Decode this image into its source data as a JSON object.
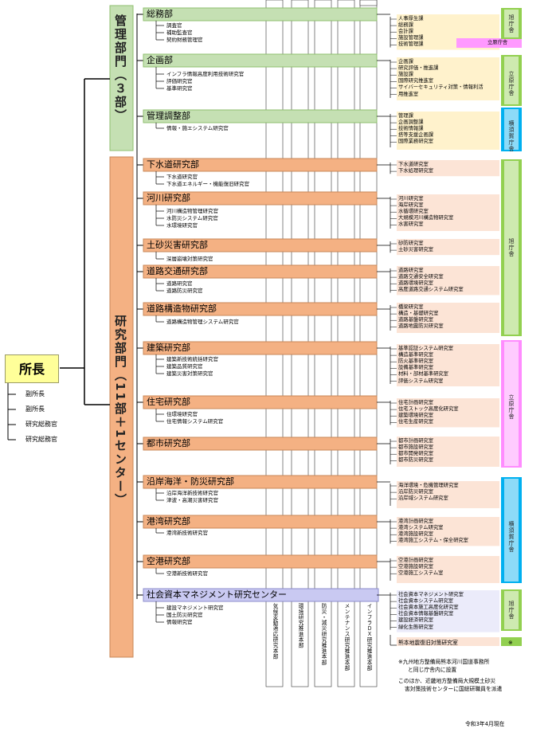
{
  "director": "所長",
  "deputies": [
    "副所長",
    "副所長",
    "研究総務官",
    "研究総務官"
  ],
  "mgmt_division": "管理部門（３部）",
  "research_division": "研究部門（11部＋1センター）",
  "departments": [
    {
      "id": "soumu",
      "name": "総務部",
      "group": "mgmt",
      "subs": [
        "調査官",
        "補助監查官",
        "契約財務管理官"
      ],
      "units": [
        "人事厚生課",
        "総務課",
        "会計課",
        "施設管理課",
        "技術管理課"
      ],
      "badge": "立原庁舎"
    },
    {
      "id": "kikaku",
      "name": "企画部",
      "group": "mgmt",
      "subs": [
        "インフラ情報高度利用技術研究官",
        "評価研究官",
        "基準研究官"
      ],
      "units": [
        "企画課",
        "研究評価・推進課",
        "施設課",
        "国際研究推進室",
        "サイバーセキュリティ対策・情報利活",
        "用推進室"
      ]
    },
    {
      "id": "kanri",
      "name": "管理調整部",
      "group": "mgmt",
      "subs": [
        "情報・施エシステム研究官"
      ],
      "units": [
        "管理課",
        "企画調整課",
        "技術情報課",
        "搭等支援企画課",
        "国際業務研究室"
      ]
    },
    {
      "id": "gesui",
      "name": "下水道研究部",
      "group": "res",
      "subs": [
        "下水道研究官",
        "下水道エネルギー・機能復旧研究官"
      ],
      "units": [
        "下水道研究室",
        "下水処理研究室"
      ]
    },
    {
      "id": "kasen",
      "name": "河川研究部",
      "group": "res",
      "subs": [
        "河川構造物管理研究官",
        "水防災システム研究官",
        "水環境研究官"
      ],
      "units": [
        "河川研究室",
        "海岸研究室",
        "水循環研究室",
        "大規模河川構造物研究室",
        "水害研究室"
      ]
    },
    {
      "id": "dosha",
      "name": "土砂災害研究部",
      "group": "res",
      "subs": [
        "深層崩壊対策研究官"
      ],
      "units": [
        "砂防研究室",
        "土砂災害研究室"
      ]
    },
    {
      "id": "dorokotsu",
      "name": "道路交通研究部",
      "group": "res",
      "subs": [
        "道路研究官",
        "道路防災研究官"
      ],
      "units": [
        "道路研究室",
        "道路交通安全研究室",
        "道路環境研究室",
        "高度道路交通システム研究室"
      ]
    },
    {
      "id": "dorokozo",
      "name": "道路構造物研究部",
      "group": "res",
      "subs": [
        "道路構造物管理システム研究官"
      ],
      "units": [
        "橋梁研究室",
        "構造・基礎研究室",
        "道路基盤研究室",
        "道路地震防災研究室"
      ]
    },
    {
      "id": "kenchiku",
      "name": "建築研究部",
      "group": "res",
      "subs": [
        "建築新技術統括研究官",
        "建築品質研究官",
        "建築災害対策研究官"
      ],
      "units": [
        "基準認証システム研究室",
        "構造基準研究室",
        "防火基準研究室",
        "設備基準研究室",
        "材料・部材基準研究室",
        "評価システム研究室"
      ]
    },
    {
      "id": "jutaku",
      "name": "住宅研究部",
      "group": "res",
      "subs": [
        "住環境研究官",
        "住宅情報システム研究官"
      ],
      "units": [
        "住宅計画研究室",
        "住宅ストック高度化研究室",
        "建築環境研究室",
        "住宅生産研究室"
      ]
    },
    {
      "id": "toshi",
      "name": "都市研究部",
      "group": "res",
      "subs": [],
      "units": [
        "都市計画研究室",
        "都市施設研究室",
        "都市開発研究室",
        "都市防災研究室"
      ]
    },
    {
      "id": "engan",
      "name": "沿岸海洋・防災研究部",
      "group": "res",
      "subs": [
        "沿岸海洋新技術研究官",
        "津波・高潮災害研究官"
      ],
      "units": [
        "海洋環境・危機管理研究室",
        "沿岸防災研究室",
        "沿岸域システム研究室"
      ]
    },
    {
      "id": "kowan",
      "name": "港湾研究部",
      "group": "res",
      "subs": [
        "港湾新技術研究官"
      ],
      "units": [
        "港湾計画研究室",
        "港湾システム研究室",
        "港湾施設研究室",
        "港湾施工システム・保全研究室"
      ]
    },
    {
      "id": "kuko",
      "name": "空港研究部",
      "group": "res",
      "subs": [
        "空港新技術研究官"
      ],
      "units": [
        "空港計画研究室",
        "空港施設研究室",
        "空港施工システム室"
      ]
    },
    {
      "id": "shakai",
      "name": "社会資本マネジメント研究センター",
      "group": "center",
      "subs": [
        "建設マネジメント研究官",
        "国土防災研究官",
        "情報研究官"
      ],
      "units": [
        "社会資本マネジメント研究室",
        "社会資本システム研究室",
        "社会資本施工高度化研究室",
        "社会資本情報基盤研究室",
        "建設経済研究室",
        "緑化生態研究室"
      ]
    }
  ],
  "promo_units": [
    "気候変動適応研究本部",
    "環境研究推進本部",
    "防災・減災研究推進本部",
    "メンテナンス研究推進本部",
    "インフラＤＸ研究推進本部"
  ],
  "kyushu_unit": "熊本地震復旧対策研究室",
  "kyushu_mark": "※",
  "campus_labels": [
    "旭庁舎",
    "立原庁舎",
    "横須賀庁舎",
    "旭庁舎",
    "立原庁舎",
    "横須賀庁舎",
    "旭庁舎"
  ],
  "notes": [
    "※九州地方整備局熊本河川国道事務所",
    "と同じ庁舎内に設置",
    "このほか、近畿地方整備局大規模土砂災",
    "害対策技術センターに国総研職員を派遣"
  ],
  "date_note": "令和3年4月現在",
  "colors": {
    "mgmt_fill": "#c5e0b3",
    "mgmt_border": "#8fbf6f",
    "res_fill": "#f4b183",
    "res_border": "#c8885a",
    "center_fill": "#c9c9f2",
    "center_border": "#8d8dcc",
    "unit_yellow": "#fff2cc",
    "unit_pink": "#fce4d6",
    "unit_lav": "#ebebfa",
    "campus_green": "#92d050",
    "campus_blue": "#00b0f0",
    "campus_pink": "#ff8cff"
  }
}
